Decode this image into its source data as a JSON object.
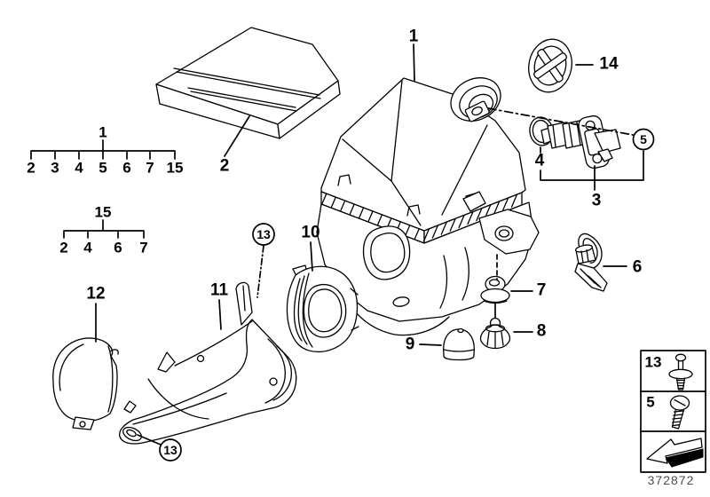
{
  "page": {
    "background": "#ffffff",
    "ink": "#000000",
    "drawing_number": "372872"
  },
  "hierarchy_trees": [
    {
      "parent": "1",
      "children": [
        "2",
        "3",
        "4",
        "5",
        "6",
        "7",
        "15"
      ]
    },
    {
      "parent": "15",
      "children": [
        "2",
        "4",
        "6",
        "7"
      ]
    }
  ],
  "callouts": {
    "c1": "1",
    "c2": "2",
    "c3": "3",
    "c4": "4",
    "c5": "5",
    "c6": "6",
    "c7": "7",
    "c8": "8",
    "c9": "9",
    "c10": "10",
    "c11": "11",
    "c12": "12",
    "c13a": "13",
    "c13b": "13",
    "c14": "14"
  },
  "legend": {
    "rows": [
      {
        "label": "13",
        "icon": "expanding-rivet-icon"
      },
      {
        "label": "5",
        "icon": "screw-icon"
      },
      {
        "label": "",
        "icon": "direction-arrow-icon"
      }
    ]
  }
}
